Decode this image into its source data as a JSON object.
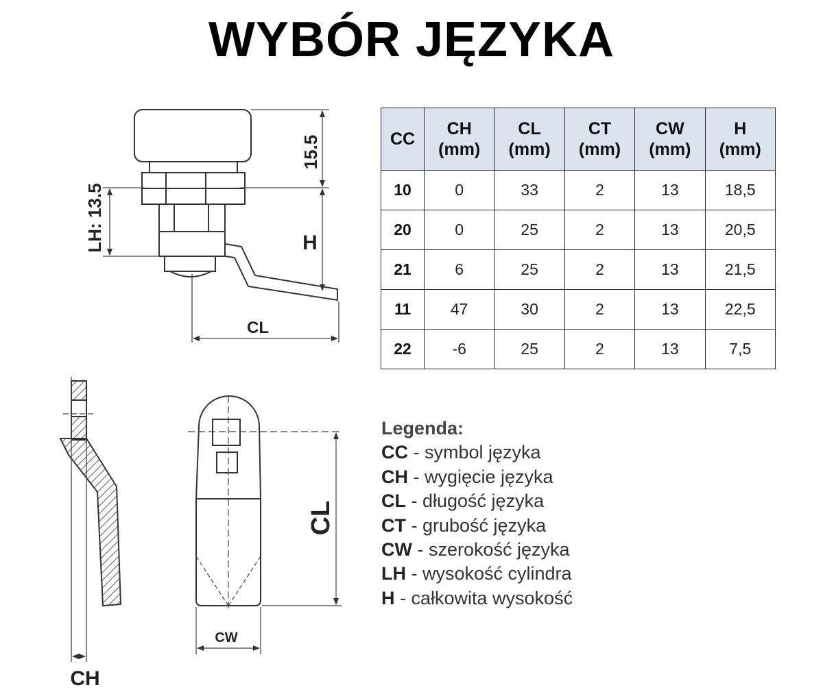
{
  "title": "WYBÓR JĘZYKA",
  "diagram_labels": {
    "lock_height": "15.5",
    "lh": "LH: 13.5",
    "h": "H",
    "cl_side": "CL",
    "ch": "CH",
    "cw": "CW",
    "cl_front": "CL"
  },
  "table": {
    "headers": [
      {
        "line1": "CC",
        "line2": ""
      },
      {
        "line1": "CH",
        "line2": "(mm)"
      },
      {
        "line1": "CL",
        "line2": "(mm)"
      },
      {
        "line1": "CT",
        "line2": "(mm)"
      },
      {
        "line1": "CW",
        "line2": "(mm)"
      },
      {
        "line1": "H",
        "line2": "(mm)"
      }
    ],
    "rows": [
      [
        "10",
        "0",
        "33",
        "2",
        "13",
        "18,5"
      ],
      [
        "20",
        "0",
        "25",
        "2",
        "13",
        "20,5"
      ],
      [
        "21",
        "6",
        "25",
        "2",
        "13",
        "21,5"
      ],
      [
        "11",
        "47",
        "30",
        "2",
        "13",
        "22,5"
      ],
      [
        "22",
        "-6",
        "25",
        "2",
        "13",
        "7,5"
      ]
    ]
  },
  "legend": {
    "heading": "Legenda:",
    "items": [
      {
        "sym": "CC",
        "text": " - symbol języka"
      },
      {
        "sym": "CH",
        "text": " - wygięcie języka"
      },
      {
        "sym": "CL",
        "text": " - długość języka"
      },
      {
        "sym": "CT",
        "text": " - grubość języka"
      },
      {
        "sym": "CW",
        "text": " - szerokość języka"
      },
      {
        "sym": "LH",
        "text": " - wysokość cylindra"
      },
      {
        "sym": "H",
        "text": " - całkowita wysokość"
      }
    ]
  },
  "colors": {
    "header_bg": "#dbe3ee",
    "line": "#2a2a2a"
  }
}
